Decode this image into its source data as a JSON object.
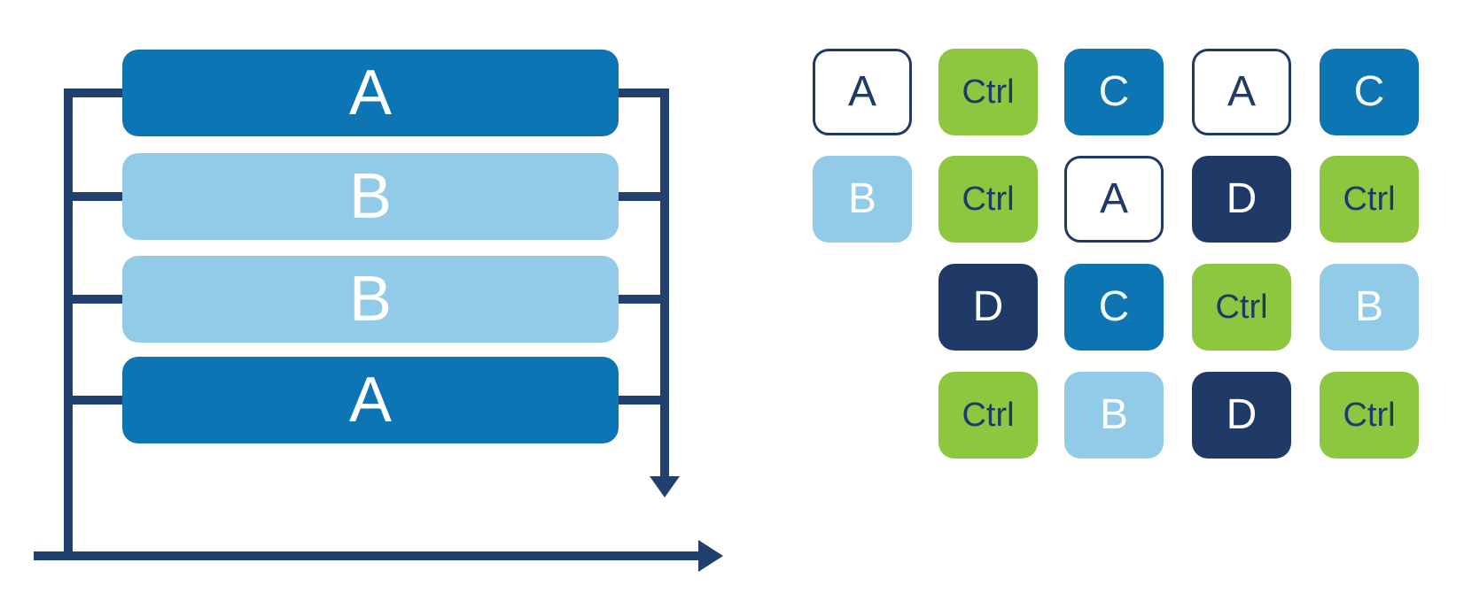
{
  "palette": {
    "primary_blue": "#0e75b4",
    "light_blue": "#92cbe8",
    "green": "#8dc63f",
    "navy": "#1f3a66",
    "line_navy": "#21406e"
  },
  "diagram": {
    "bars": [
      {
        "label": "A",
        "variant": "dark"
      },
      {
        "label": "B",
        "variant": "light"
      },
      {
        "label": "B",
        "variant": "light"
      },
      {
        "label": "A",
        "variant": "dark"
      }
    ]
  },
  "grid": {
    "cells": [
      {
        "label": "A",
        "variant": "outline"
      },
      {
        "label": "Ctrl",
        "variant": "green"
      },
      {
        "label": "C",
        "variant": "blue"
      },
      {
        "label": "A",
        "variant": "outline"
      },
      {
        "label": "C",
        "variant": "blue"
      },
      {
        "label": "B",
        "variant": "lightblue"
      },
      {
        "label": "Ctrl",
        "variant": "green"
      },
      {
        "label": "A",
        "variant": "outline"
      },
      {
        "label": "D",
        "variant": "navy"
      },
      {
        "label": "Ctrl",
        "variant": "green"
      },
      {
        "label": "D",
        "variant": "navy"
      },
      {
        "label": "C",
        "variant": "blue"
      },
      {
        "label": "Ctrl",
        "variant": "green"
      },
      {
        "label": "B",
        "variant": "lightblue"
      },
      {
        "label": "Ctrl",
        "variant": "green"
      },
      {
        "label": "B",
        "variant": "lightblue"
      },
      {
        "label": "D",
        "variant": "navy"
      },
      {
        "label": "Ctrl",
        "variant": "green"
      }
    ]
  }
}
